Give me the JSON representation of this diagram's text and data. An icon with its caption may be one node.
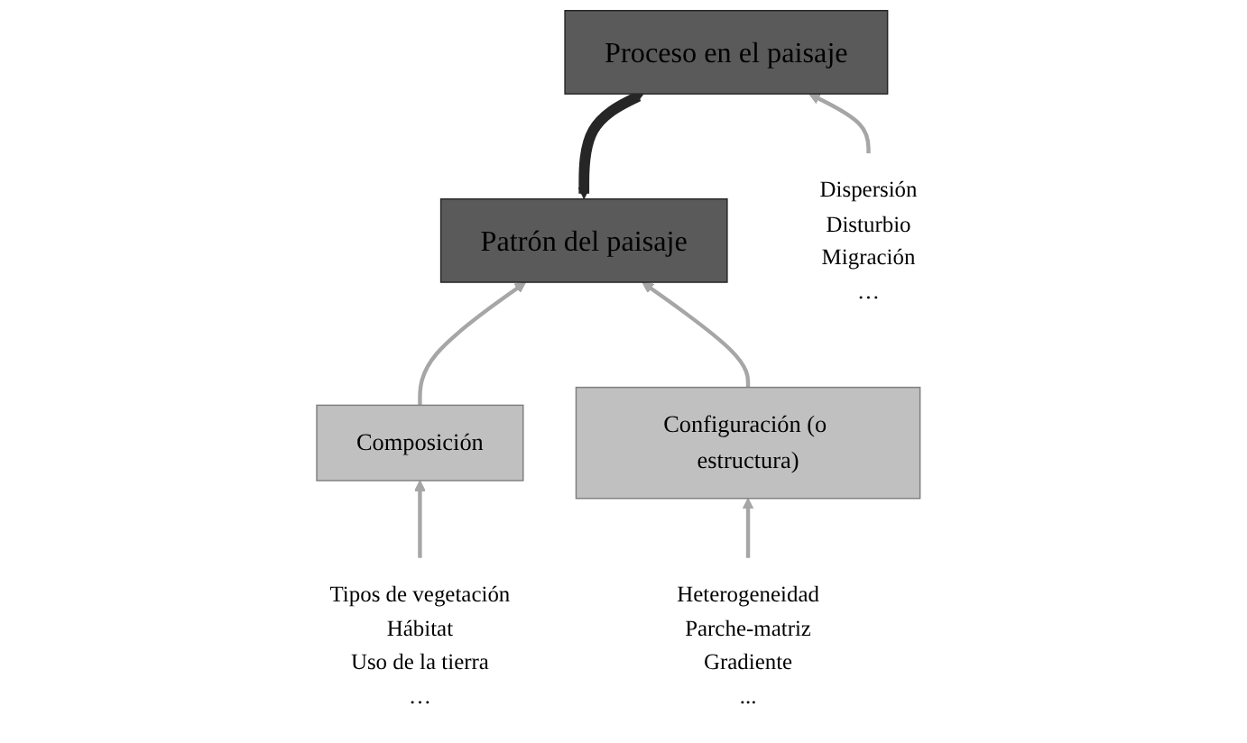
{
  "diagram": {
    "nodes": [
      {
        "text": [
          "Patrón del paisaje"
        ]
      },
      {
        "text": [
          "Proceso en el paisaje"
        ]
      },
      {
        "text": [
          "Composición"
        ]
      },
      {
        "text": [
          "Configuración (o estructura)"
        ]
      },
      {
        "text": [
          "Tipos de vegetación",
          "Hábitat",
          "Uso de la tierra",
          "…"
        ]
      },
      {
        "text": [
          "Heterogeneidad",
          "Parche-matriz",
          "Gradiente",
          "..."
        ]
      },
      {
        "text": [
          "Dispersión",
          "Disturbio",
          "Migración",
          "…"
        ]
      }
    ],
    "edges": [
      {
        "from": 0,
        "to": 1,
        "arrow": "both",
        "style": "thick",
        "color": "#262626"
      },
      {
        "from": 2,
        "to": 0,
        "arrow": "to"
      },
      {
        "from": 3,
        "to": 0,
        "arrow": "to"
      },
      {
        "from": 4,
        "to": 2,
        "arrow": "to"
      },
      {
        "from": 5,
        "to": 3,
        "arrow": "to"
      },
      {
        "from": 6,
        "to": 1,
        "arrow": "to"
      }
    ]
  }
}
